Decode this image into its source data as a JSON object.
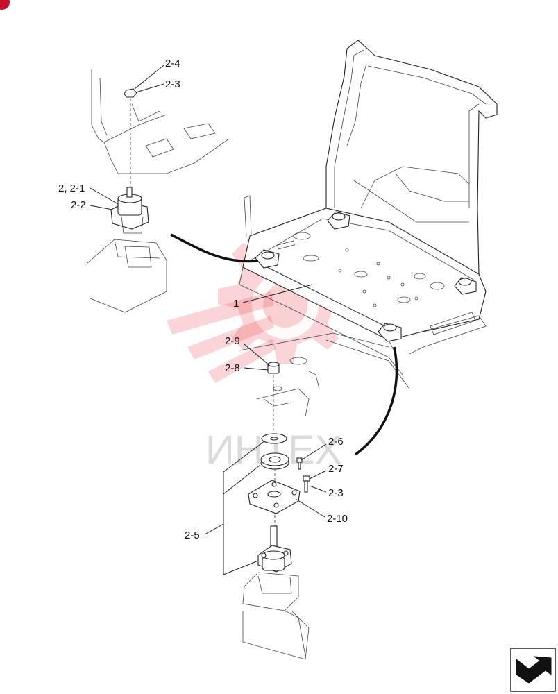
{
  "callouts": {
    "c_2_4": "2-4",
    "c_2_3_top": "2-3",
    "c_2_21": "2, 2-1",
    "c_2_2": "2-2",
    "c_1": "1",
    "c_2_9": "2-9",
    "c_2_8": "2-8",
    "c_2_6": "2-6",
    "c_2_7": "2-7",
    "c_2_3_bot": "2-3",
    "c_2_10": "2-10",
    "c_2_5": "2-5"
  },
  "watermark": {
    "text": "ИНТЕХ",
    "color": "#e63946"
  },
  "badge_color": "#c8102e",
  "icons": [
    "next-page-arrow-icon",
    "watermark-gear-logo"
  ]
}
